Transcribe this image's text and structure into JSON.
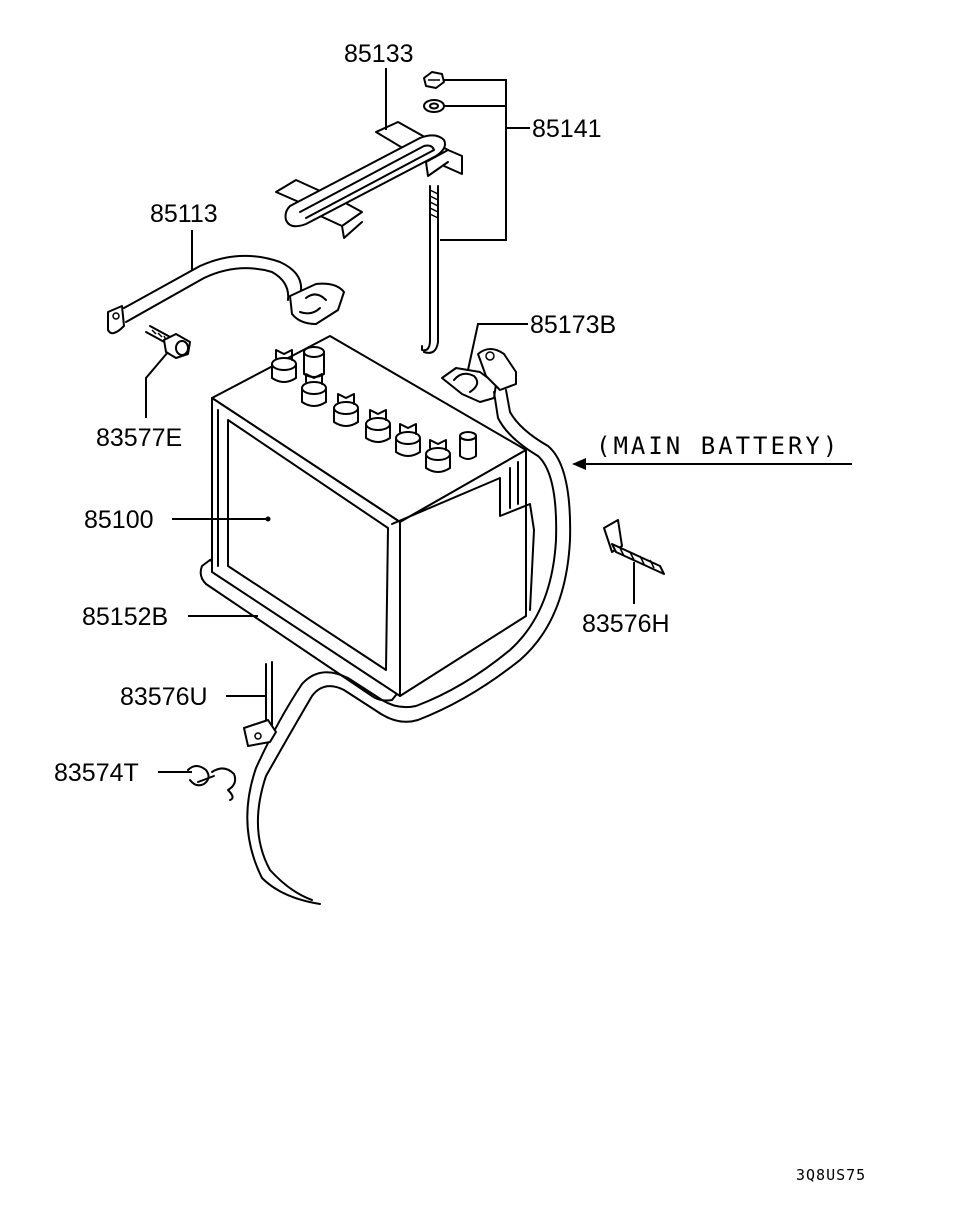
{
  "labels": {
    "l85133": "85133",
    "l85141": "85141",
    "l85113": "85113",
    "l85173B": "85173B",
    "l83577E": "83577E",
    "main_battery": "(MAIN BATTERY)",
    "l85100": "85100",
    "l83576H": "83576H",
    "l85152B": "85152B",
    "l83576U": "83576U",
    "l83574T": "83574T"
  },
  "diagram_code": "3Q8US75",
  "colors": {
    "line": "#000000",
    "background": "#ffffff"
  }
}
